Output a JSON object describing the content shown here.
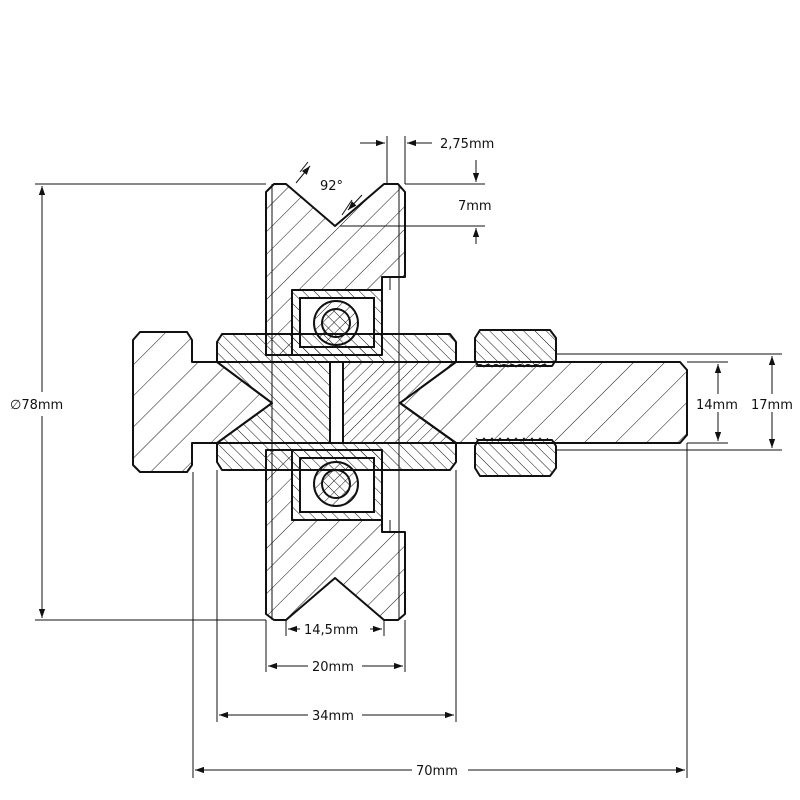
{
  "dimensions": {
    "groove_depth_offset": "2,75mm",
    "groove_angle": "92°",
    "groove_depth": "7mm",
    "outer_diameter": "∅78mm",
    "groove_width": "14,5mm",
    "wheel_width": "20mm",
    "bushing_length": "34mm",
    "total_length": "70mm",
    "thread_inner": "14mm",
    "thread_outer": "17mm"
  }
}
